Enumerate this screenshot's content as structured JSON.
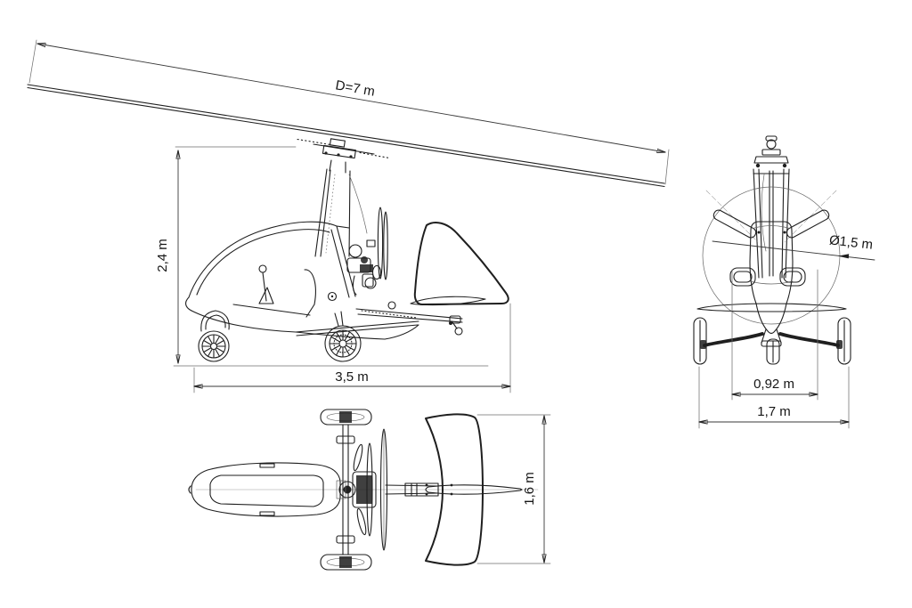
{
  "meta": {
    "background": "#ffffff",
    "ink": "#1f1f1f",
    "dim_ink": "#3a3a3a"
  },
  "views": {
    "side": {
      "dims": {
        "rotor_diameter": "D=7 m",
        "height": "2,4 m",
        "length": "3,5 m"
      }
    },
    "front": {
      "dims": {
        "propeller_diameter": "Ø1,5 m",
        "inner_track": "0,92 m",
        "track": "1,7 m"
      }
    },
    "top": {
      "dims": {
        "stabilizer_span": "1,6 m"
      }
    }
  }
}
